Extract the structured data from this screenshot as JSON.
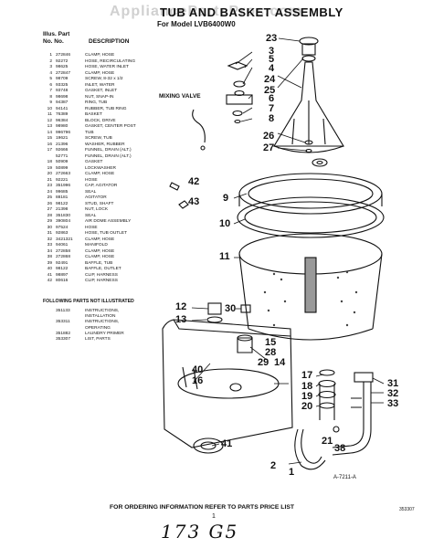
{
  "watermark": "AppliancePartsPros.com",
  "title": "TUB AND BASKET ASSEMBLY",
  "subtitle": "For Model LVB6400W0",
  "header": {
    "illus_label": "Illus. Part",
    "no_label": "No.   No.",
    "desc_label": "DESCRIPTION"
  },
  "parts": [
    {
      "no": "1",
      "pn": "272846",
      "desc": "CLAMP, HOSE"
    },
    {
      "no": "2",
      "pn": "92272",
      "desc": "HOSE, RECIRCULATING"
    },
    {
      "no": "3",
      "pn": "98625",
      "desc": "HOSE, WATER INLET"
    },
    {
      "no": "4",
      "pn": "272847",
      "desc": "CLAMP, HOSE"
    },
    {
      "no": "5",
      "pn": "98709",
      "desc": "SCREW, 8-32 x 1/2"
    },
    {
      "no": "6",
      "pn": "93325",
      "desc": "INLET, WATER"
    },
    {
      "no": "7",
      "pn": "93748",
      "desc": "GASKET, INLET"
    },
    {
      "no": "8",
      "pn": "98698",
      "desc": "NUT, SNAP-IN"
    },
    {
      "no": "9",
      "pn": "94387",
      "desc": "RING, TUB"
    },
    {
      "no": "10",
      "pn": "94141",
      "desc": "RUBBER, TUB RING"
    },
    {
      "no": "11",
      "pn": "76389",
      "desc": "BASKET"
    },
    {
      "no": "12",
      "pn": "96384",
      "desc": "BLOCK, DRIVE"
    },
    {
      "no": "13",
      "pn": "98980",
      "desc": "GASKET, CENTER POST"
    },
    {
      "no": "14",
      "pn": "996796",
      "desc": "TUB"
    },
    {
      "no": "15",
      "pn": "19621",
      "desc": "SCREW, TUB"
    },
    {
      "no": "16",
      "pn": "21396",
      "desc": "WASHER, RUBBER"
    },
    {
      "no": "17",
      "pn": "92666",
      "desc": "FUNNEL, DRAIN (ALT.)"
    },
    {
      "no": "",
      "pn": "52771",
      "desc": "FUNNEL, DRAIN (ALT.)"
    },
    {
      "no": "18",
      "pn": "50909",
      "desc": "GASKET"
    },
    {
      "no": "19",
      "pn": "50899",
      "desc": "LOCKWASHER"
    },
    {
      "no": "20",
      "pn": "272663",
      "desc": "CLAMP, HOSE"
    },
    {
      "no": "21",
      "pn": "92221",
      "desc": "HOSE"
    },
    {
      "no": "23",
      "pn": "351996",
      "desc": "CAP, AGITATOR"
    },
    {
      "no": "24",
      "pn": "99685",
      "desc": "SEAL"
    },
    {
      "no": "25",
      "pn": "88181",
      "desc": "AGITATOR"
    },
    {
      "no": "26",
      "pn": "98122",
      "desc": "STUD, SHAFT"
    },
    {
      "no": "27",
      "pn": "21398",
      "desc": "NUT, LOCK"
    },
    {
      "no": "28",
      "pn": "351830",
      "desc": "SEAL"
    },
    {
      "no": "29",
      "pn": "390804",
      "desc": "AIR DOME ASSEMBLY"
    },
    {
      "no": "30",
      "pn": "97524",
      "desc": "HOSE"
    },
    {
      "no": "31",
      "pn": "92863",
      "desc": "HOSE, TUB OUTLET"
    },
    {
      "no": "32",
      "pn": "3421321",
      "desc": "CLAMP, HOSE"
    },
    {
      "no": "33",
      "pn": "94061",
      "desc": "MANIFOLD"
    },
    {
      "no": "34",
      "pn": "272858",
      "desc": "CLAMP, HOSE"
    },
    {
      "no": "38",
      "pn": "272868",
      "desc": "CLAMP, HOSE"
    },
    {
      "no": "39",
      "pn": "92491",
      "desc": "BAFFLE, TUB"
    },
    {
      "no": "40",
      "pn": "98122",
      "desc": "BAFFLE, OUTLET"
    },
    {
      "no": "41",
      "pn": "98897",
      "desc": "CLIP, HARNESS"
    },
    {
      "no": "42",
      "pn": "80616",
      "desc": "CLIP, HARNESS"
    }
  ],
  "not_illustrated_title": "FOLLOWING PARTS NOT ILLUSTRATED",
  "not_illustrated": [
    {
      "pn": "351133",
      "desc": "INSTRUCTIONS,"
    },
    {
      "pn": "",
      "desc": "INSTALLATION"
    },
    {
      "pn": "353311",
      "desc": "INSTRUCTIONS,"
    },
    {
      "pn": "",
      "desc": "OPERATING"
    },
    {
      "pn": "351882",
      "desc": "LAUNDRY PRIMER"
    },
    {
      "pn": "353307",
      "desc": "LIST, PARTS"
    }
  ],
  "mixing_valve_label": "MIXING VALVE",
  "callouts": [
    "23",
    "3",
    "5",
    "4",
    "24",
    "25",
    "6",
    "7",
    "8",
    "26",
    "27",
    "42",
    "43",
    "9",
    "10",
    "11",
    "12",
    "13",
    "30",
    "15",
    "28",
    "29",
    "14",
    "40",
    "16",
    "17",
    "18",
    "19",
    "20",
    "21",
    "38",
    "31",
    "32",
    "33",
    "41",
    "2",
    "1"
  ],
  "figure_ref": "A-7211-A",
  "footer": "FOR ORDERING INFORMATION REFER TO PARTS PRICE LIST",
  "page_number": "1",
  "handwritten_note": "173 G5",
  "doc_number": "353307"
}
